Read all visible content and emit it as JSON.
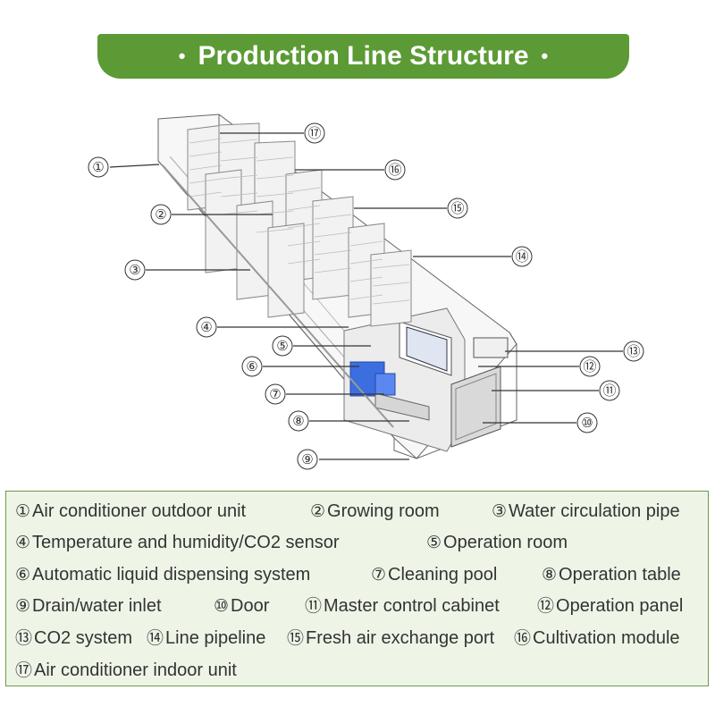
{
  "title": "Production Line Structure",
  "title_bullet": "•",
  "brand_color": "#5c9a35",
  "callouts": [
    "①",
    "②",
    "③",
    "④",
    "⑤",
    "⑥",
    "⑦",
    "⑧",
    "⑨",
    "⑩",
    "⑪",
    "⑫",
    "⑬",
    "⑭",
    "⑮",
    "⑯",
    "⑰"
  ],
  "legend": [
    {
      "num": "①",
      "label": "Air conditioner outdoor unit"
    },
    {
      "num": "②",
      "label": "Growing room"
    },
    {
      "num": "③",
      "label": "Water circulation pipe"
    },
    {
      "num": "④",
      "label": "Temperature and humidity/CO2 sensor"
    },
    {
      "num": "⑤",
      "label": "Operation room"
    },
    {
      "num": "⑥",
      "label": "Automatic liquid dispensing system"
    },
    {
      "num": "⑦",
      "label": "Cleaning pool"
    },
    {
      "num": "⑧",
      "label": "Operation table"
    },
    {
      "num": "⑨",
      "label": "Drain/water inlet"
    },
    {
      "num": "⑩",
      "label": "Door"
    },
    {
      "num": "⑪",
      "label": "Master control cabinet"
    },
    {
      "num": "⑫",
      "label": "Operation panel"
    },
    {
      "num": "⑬",
      "label": "CO2 system"
    },
    {
      "num": "⑭",
      "label": "Line pipeline"
    },
    {
      "num": "⑮",
      "label": "Fresh air exchange port"
    },
    {
      "num": "⑯",
      "label": "Cultivation module"
    },
    {
      "num": "⑰",
      "label": "Air conditioner indoor unit"
    }
  ]
}
